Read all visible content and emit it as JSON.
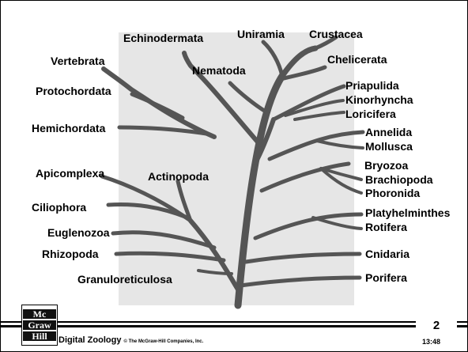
{
  "diagram": {
    "taxa": [
      {
        "id": "echinodermata",
        "label": "Echinodermata"
      },
      {
        "id": "uniramia",
        "label": "Uniramia"
      },
      {
        "id": "crustacea",
        "label": "Crustacea"
      },
      {
        "id": "vertebrata",
        "label": "Vertebrata"
      },
      {
        "id": "chelicerata",
        "label": "Chelicerata"
      },
      {
        "id": "nematoda",
        "label": "Nematoda"
      },
      {
        "id": "protochordata",
        "label": "Protochordata"
      },
      {
        "id": "priapulida",
        "label": "Priapulida"
      },
      {
        "id": "kinorhyncha",
        "label": "Kinorhyncha"
      },
      {
        "id": "loricifera",
        "label": "Loricifera"
      },
      {
        "id": "hemichordata",
        "label": "Hemichordata"
      },
      {
        "id": "annelida",
        "label": "Annelida"
      },
      {
        "id": "mollusca",
        "label": "Mollusca"
      },
      {
        "id": "bryozoa",
        "label": "Bryozoa"
      },
      {
        "id": "apicomplexa",
        "label": "Apicomplexa"
      },
      {
        "id": "actinopoda",
        "label": "Actinopoda"
      },
      {
        "id": "brachiopoda",
        "label": "Brachiopoda"
      },
      {
        "id": "phoronida",
        "label": "Phoronida"
      },
      {
        "id": "ciliophora",
        "label": "Ciliophora"
      },
      {
        "id": "platyhelminthes",
        "label": "Platyhelminthes"
      },
      {
        "id": "euglenozoa",
        "label": "Euglenozoa"
      },
      {
        "id": "rotifera",
        "label": "Rotifera"
      },
      {
        "id": "rhizopoda",
        "label": "Rhizopoda"
      },
      {
        "id": "cnidaria",
        "label": "Cnidaria"
      },
      {
        "id": "porifera",
        "label": "Porifera"
      },
      {
        "id": "granuloreticulosa",
        "label": "Granuloreticulosa"
      }
    ],
    "branch_color": "#555555",
    "panel_color": "#e6e6e6"
  },
  "footer": {
    "logo_lines": [
      "Mc",
      "Graw",
      "Hill"
    ],
    "book_title": "Digital Zoology",
    "copyright": "© The McGraw-Hill Companies, Inc.",
    "page_number": "2",
    "time": "13:48"
  }
}
